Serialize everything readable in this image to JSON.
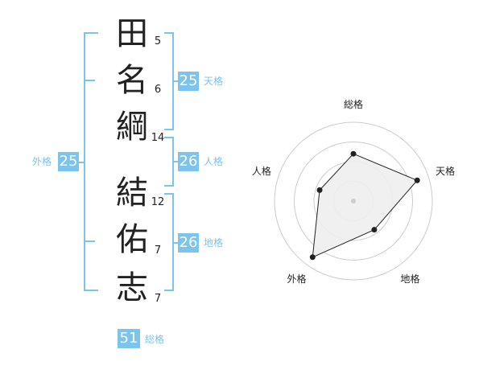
{
  "name": {
    "chars": [
      {
        "char": "田",
        "strokes": "5"
      },
      {
        "char": "名",
        "strokes": "6"
      },
      {
        "char": "綱",
        "strokes": "14"
      },
      {
        "char": "結",
        "strokes": "12"
      },
      {
        "char": "佑",
        "strokes": "7"
      },
      {
        "char": "志",
        "strokes": "7"
      }
    ]
  },
  "fortunes": {
    "tenkaku": {
      "value": "25",
      "label": "天格"
    },
    "jinkaku": {
      "value": "26",
      "label": "人格"
    },
    "chikaku": {
      "value": "26",
      "label": "地格"
    },
    "gaikaku": {
      "value": "25",
      "label": "外格"
    },
    "soukaku": {
      "value": "51",
      "label": "総格"
    }
  },
  "colors": {
    "accent": "#7cc3ee",
    "text": "#222222",
    "ring": "#cccccc",
    "fill": "#eeeeee"
  },
  "chart_data": {
    "type": "radar",
    "axes": [
      "総格",
      "天格",
      "地格",
      "外格",
      "人格"
    ],
    "values": [
      0.6,
      0.85,
      0.45,
      0.88,
      0.45
    ],
    "rings": 4
  }
}
